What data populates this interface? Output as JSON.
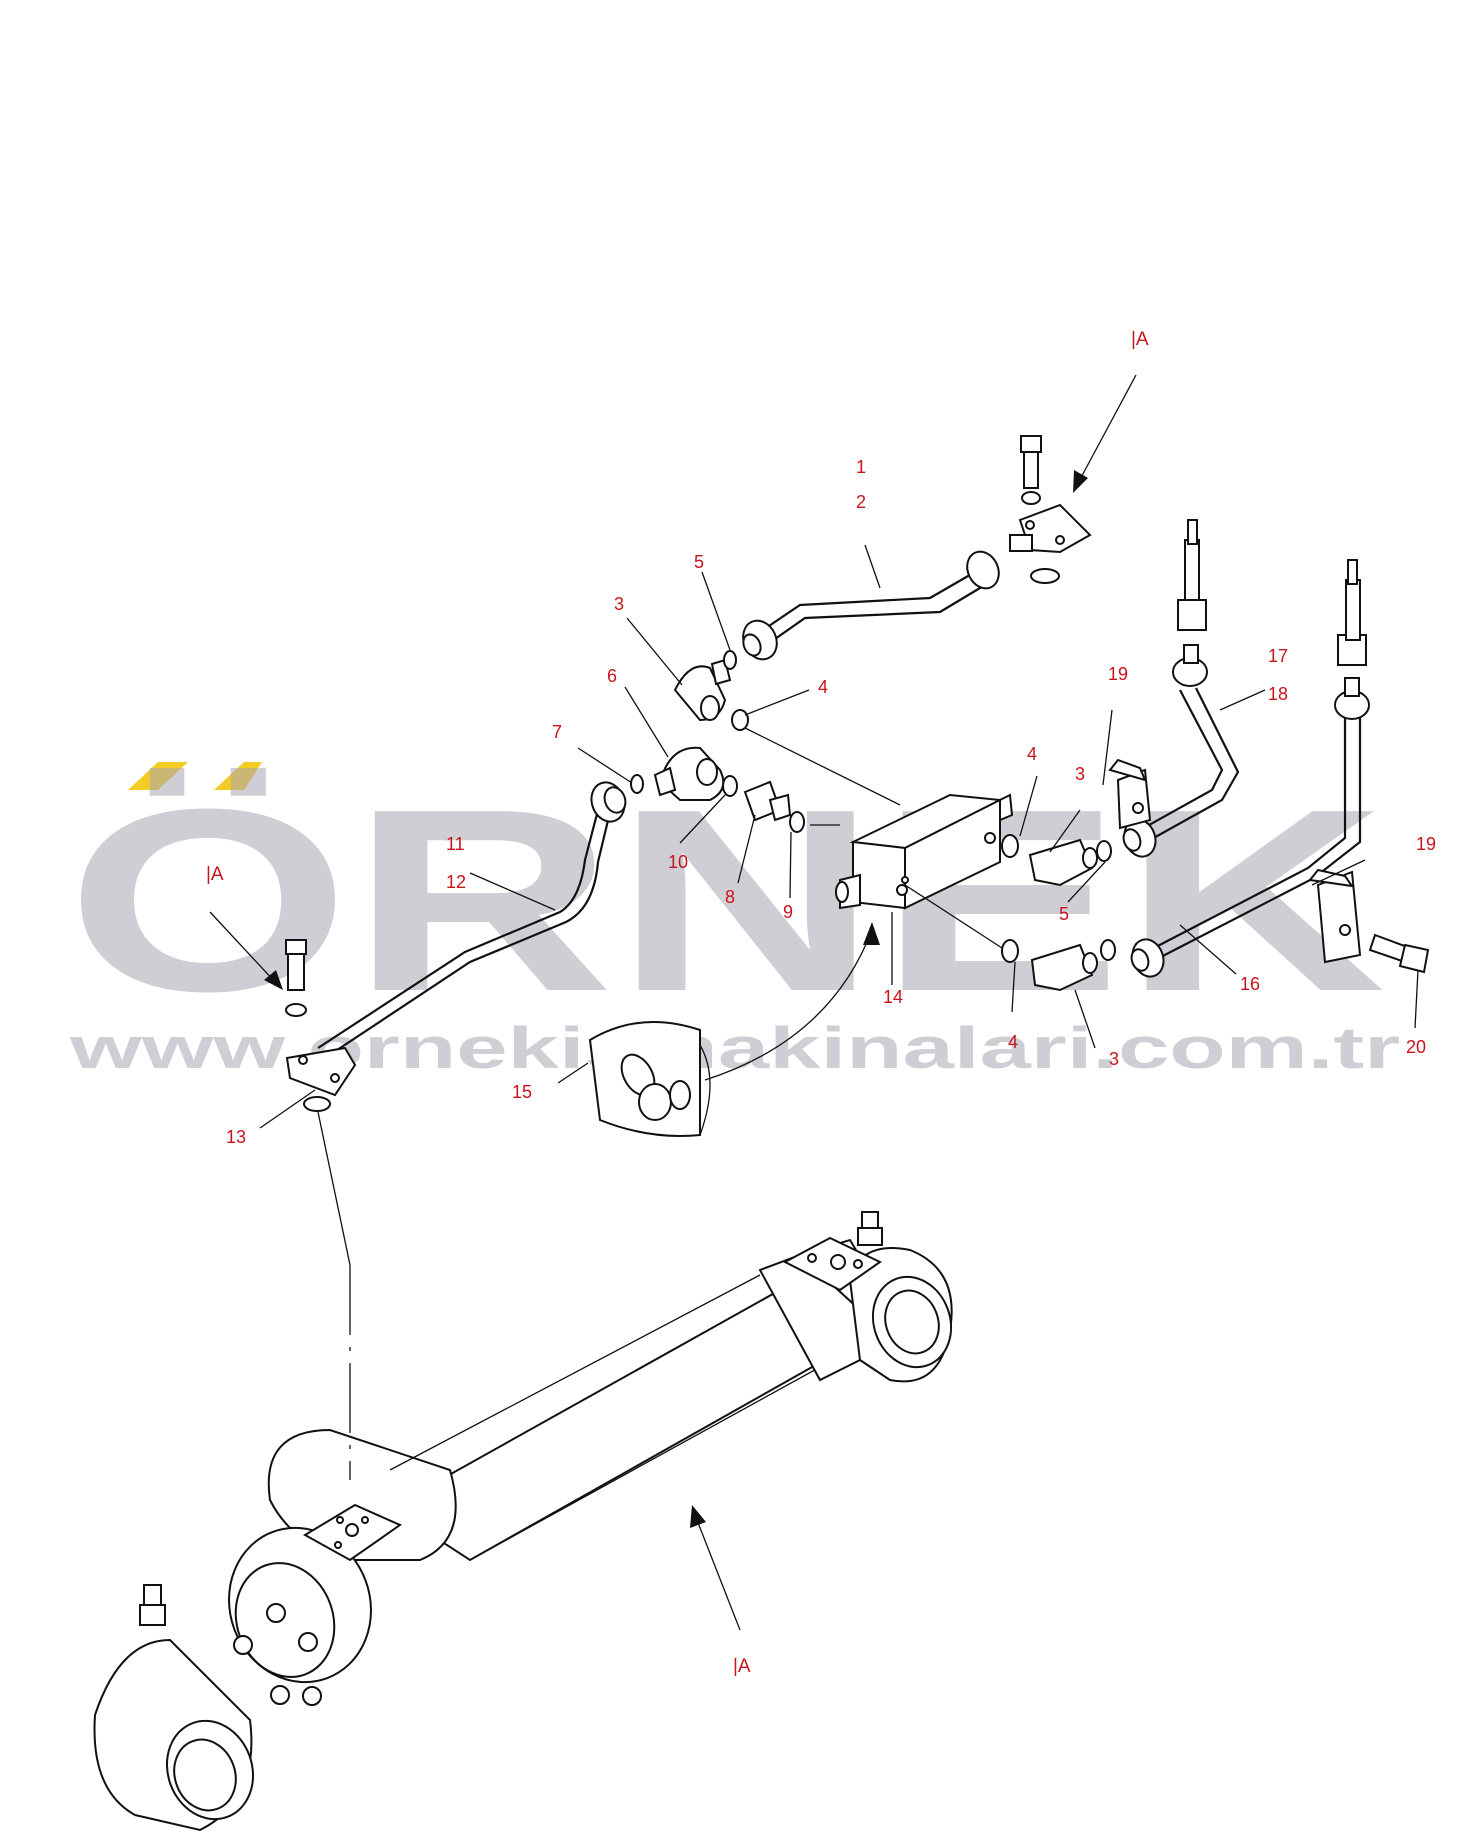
{
  "reference_marker": "|A",
  "watermark": {
    "brand": "ÖRNEK",
    "url": "www.ornekişmakinalari.com.tr",
    "accent_color": "#f2c300",
    "text_color": "#a7a7b2"
  },
  "callouts": [
    {
      "id": "c1",
      "text": "1"
    },
    {
      "id": "c2",
      "text": "2"
    },
    {
      "id": "c3a",
      "text": "3"
    },
    {
      "id": "c3b",
      "text": "3"
    },
    {
      "id": "c3c",
      "text": "3"
    },
    {
      "id": "c4a",
      "text": "4"
    },
    {
      "id": "c4b",
      "text": "4"
    },
    {
      "id": "c4c",
      "text": "4"
    },
    {
      "id": "c5a",
      "text": "5"
    },
    {
      "id": "c5b",
      "text": "5"
    },
    {
      "id": "c6",
      "text": "6"
    },
    {
      "id": "c7",
      "text": "7"
    },
    {
      "id": "c8",
      "text": "8"
    },
    {
      "id": "c9",
      "text": "9"
    },
    {
      "id": "c10",
      "text": "10"
    },
    {
      "id": "c11",
      "text": "11"
    },
    {
      "id": "c12",
      "text": "12"
    },
    {
      "id": "c13",
      "text": "13"
    },
    {
      "id": "c14",
      "text": "14"
    },
    {
      "id": "c15",
      "text": "15"
    },
    {
      "id": "c16",
      "text": "16"
    },
    {
      "id": "c17",
      "text": "17"
    },
    {
      "id": "c18",
      "text": "18"
    },
    {
      "id": "c19a",
      "text": "19"
    },
    {
      "id": "c19b",
      "text": "19"
    },
    {
      "id": "c20",
      "text": "20"
    }
  ],
  "label_color": "#c8141b"
}
